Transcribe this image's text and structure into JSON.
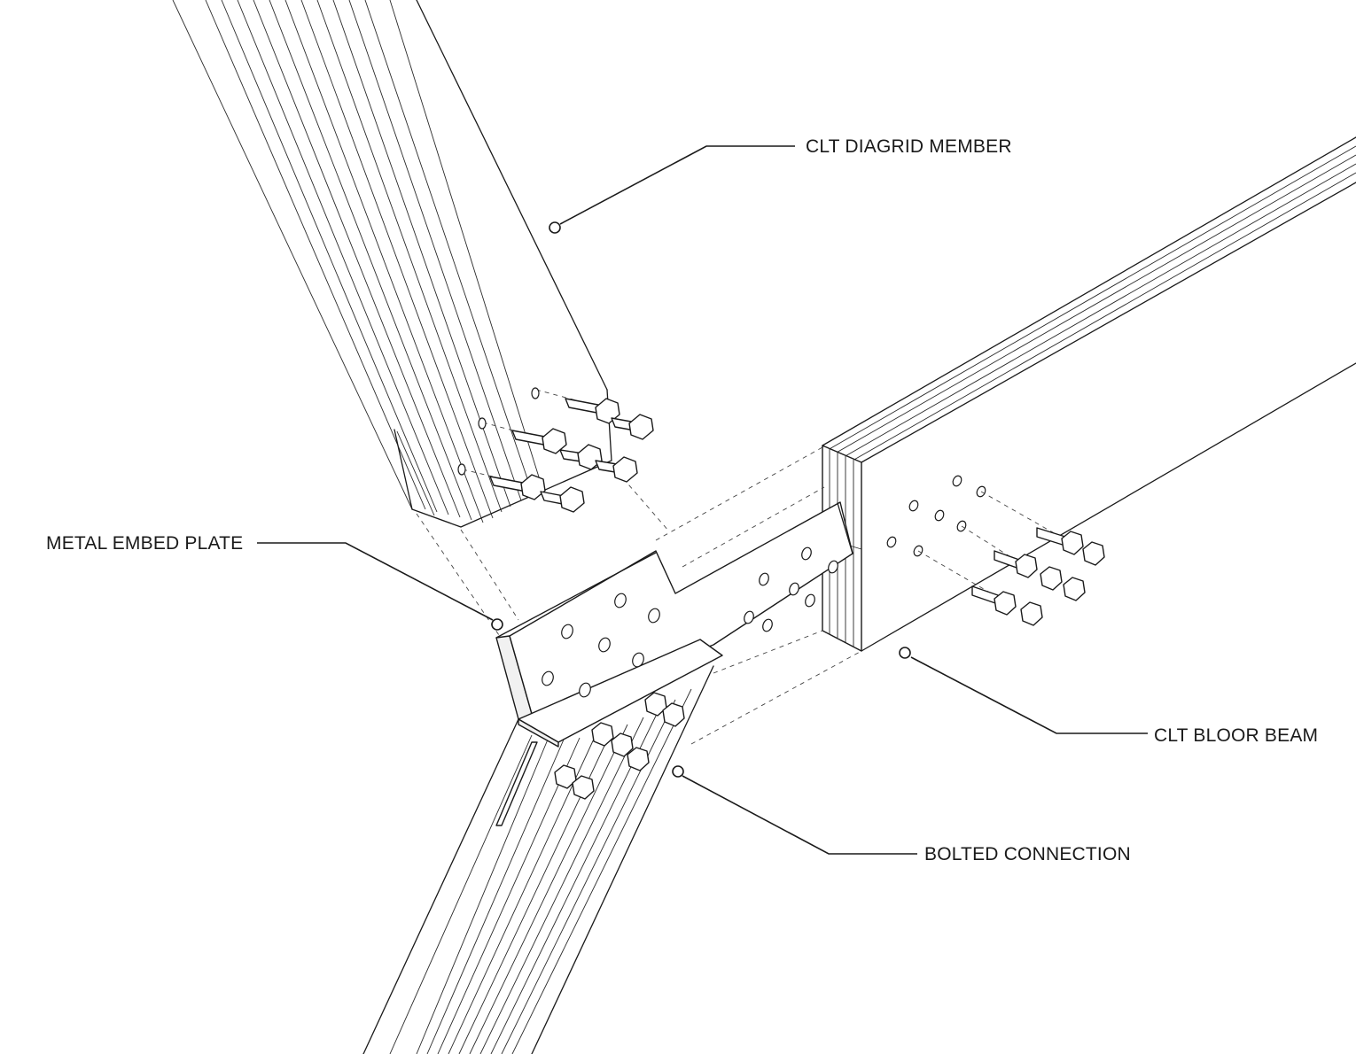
{
  "labels": {
    "diagrid_member": "CLT DIAGRID MEMBER",
    "embed_plate": "METAL EMBED PLATE",
    "floor_beam": "CLT BLOOR BEAM",
    "bolted_connection": "BOLTED CONNECTION"
  },
  "colors": {
    "line": "#1a1a1a",
    "background": "#ffffff"
  }
}
